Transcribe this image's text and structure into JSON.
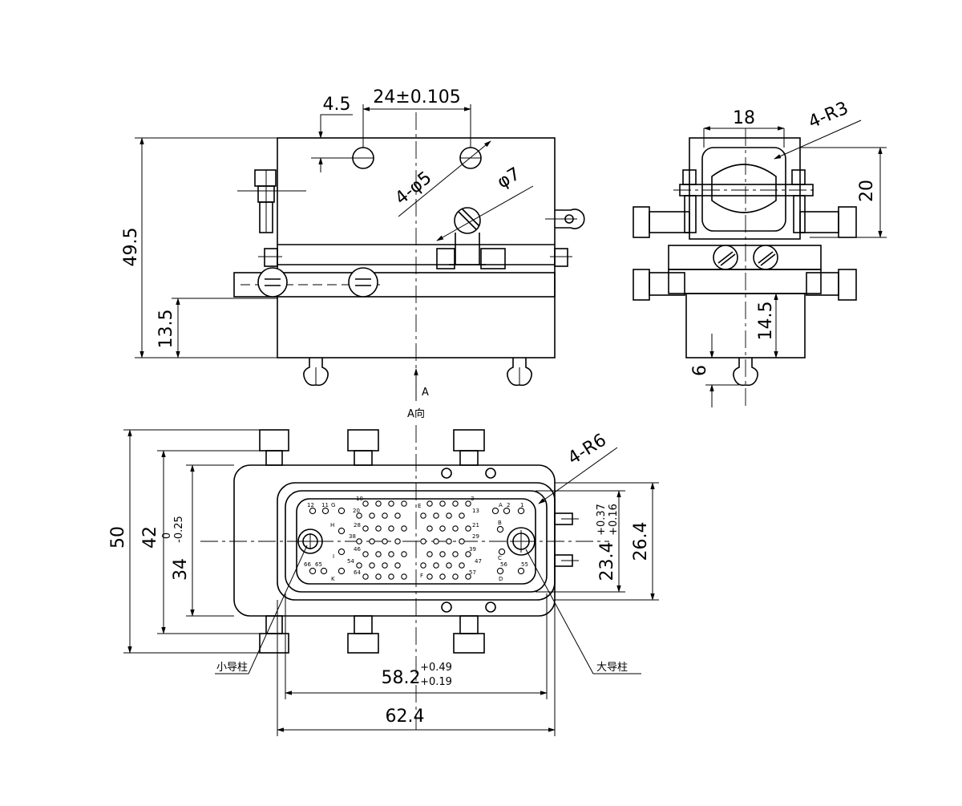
{
  "front_view": {
    "dims": {
      "d_4_5": "4.5",
      "d_24": "24±0.105",
      "d_4_phi5": "4-φ5",
      "d_phi7": "φ7",
      "d_49_5": "49.5",
      "d_13_5": "13.5"
    },
    "arrow_label": "A"
  },
  "side_view": {
    "dims": {
      "d_18": "18",
      "d_4_r3": "4-R3",
      "d_20": "20",
      "d_14_5": "14.5",
      "d_6": "6"
    }
  },
  "bottom_view": {
    "view_label": "A向",
    "dims": {
      "d_50": "50",
      "d_42": "42",
      "d_34": "34",
      "d_34_tol_up": "0",
      "d_34_tol_dn": "-0.25",
      "d_58_2": "58.2",
      "d_58_2_tol_up": "+0.49",
      "d_58_2_tol_dn": "+0.19",
      "d_62_4": "62.4",
      "d_23_4": "23.4",
      "d_23_4_tol_up": "+0.37",
      "d_23_4_tol_dn": "+0.16",
      "d_26_4": "26.4",
      "d_4_r6": "4-R6"
    },
    "callouts": {
      "small_guide_post": "小导柱",
      "large_guide_post": "大导柱"
    },
    "contact_labels": [
      "12",
      "11",
      "G",
      "10",
      "20",
      "28",
      "H",
      "38",
      "46",
      "I",
      "54",
      "64",
      "66",
      "65",
      "K",
      "E",
      "3",
      "13",
      "21",
      "29",
      "39",
      "47",
      "56",
      "F",
      "57",
      "A",
      "2",
      "1",
      "B",
      "C",
      "55",
      "D"
    ]
  }
}
